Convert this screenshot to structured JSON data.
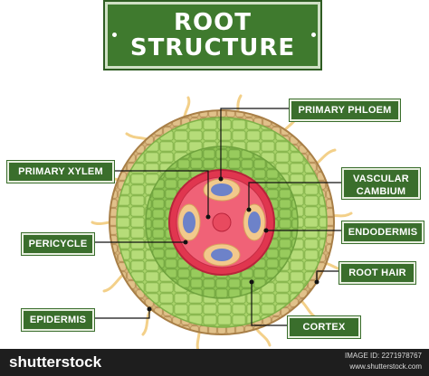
{
  "title": {
    "line1": "ROOT",
    "line2": "STRUCTURE"
  },
  "labels": {
    "primary_phloem": "PRIMARY PHLOEM",
    "primary_xylem": "PRIMARY XYLEM",
    "vascular_cambium": "VASCULAR CAMBIUM",
    "endodermis": "ENDODERMIS",
    "pericycle": "PERICYCLE",
    "root_hair": "ROOT HAIR",
    "epidermis": "EPIDERMIS",
    "cortex": "CORTEX"
  },
  "footer": {
    "brand": "shutterstock",
    "image_id": "IMAGE ID: 2271978767",
    "site": "www.shutterstock.com"
  },
  "colors": {
    "label_bg": "#3a6e2c",
    "title_bg": "#3f7a2e",
    "epidermis": "#c9a56a",
    "cortex_outer": "#a9d36a",
    "cortex_inner": "#8cc152",
    "endodermis": "#e0364f",
    "xylem": "#6d82c9",
    "phloem": "#f2c98c",
    "center": "#e84a5f"
  }
}
